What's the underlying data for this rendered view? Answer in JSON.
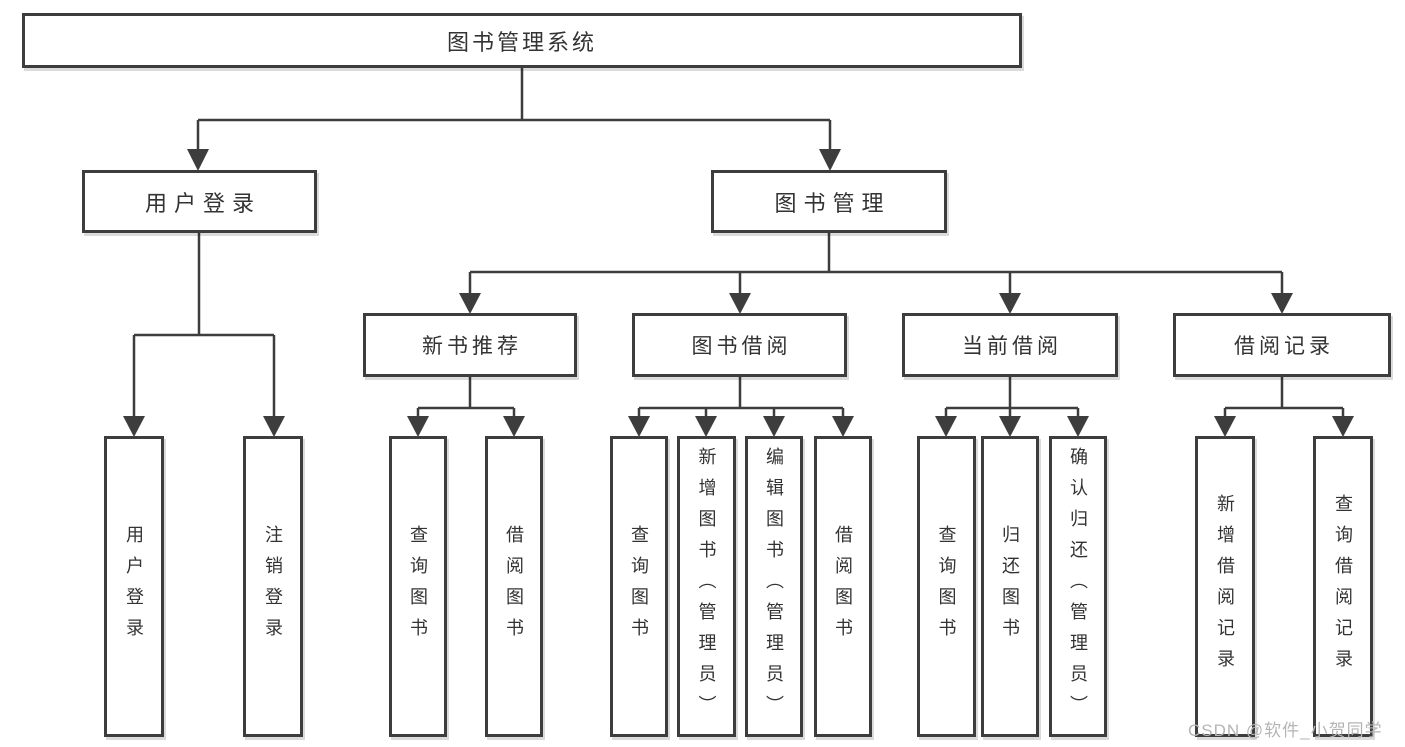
{
  "title": "图书管理系统",
  "watermark": "CSDN @软件_小贺同学",
  "colors": {
    "line": "#3d3d3d",
    "text": "#333333",
    "watermark": "#b5b5b5",
    "background": "#ffffff"
  },
  "nodes": {
    "root": "图书管理系统",
    "level1": [
      {
        "label": "用户登录"
      },
      {
        "label": "图书管理"
      }
    ],
    "user_login_children": [
      "用户登录",
      "注销登录"
    ],
    "groups": [
      {
        "label": "新书推荐",
        "children": [
          "查询图书",
          "借阅图书"
        ]
      },
      {
        "label": "图书借阅",
        "children": [
          "查询图书",
          "新增图书（管理员）",
          "编辑图书（管理员）",
          "借阅图书"
        ]
      },
      {
        "label": "当前借阅",
        "children": [
          "查询图书",
          "归还图书",
          "确认归还（管理员）"
        ]
      },
      {
        "label": "借阅记录",
        "children": [
          "新增借阅记录",
          "查询借阅记录"
        ]
      }
    ]
  }
}
